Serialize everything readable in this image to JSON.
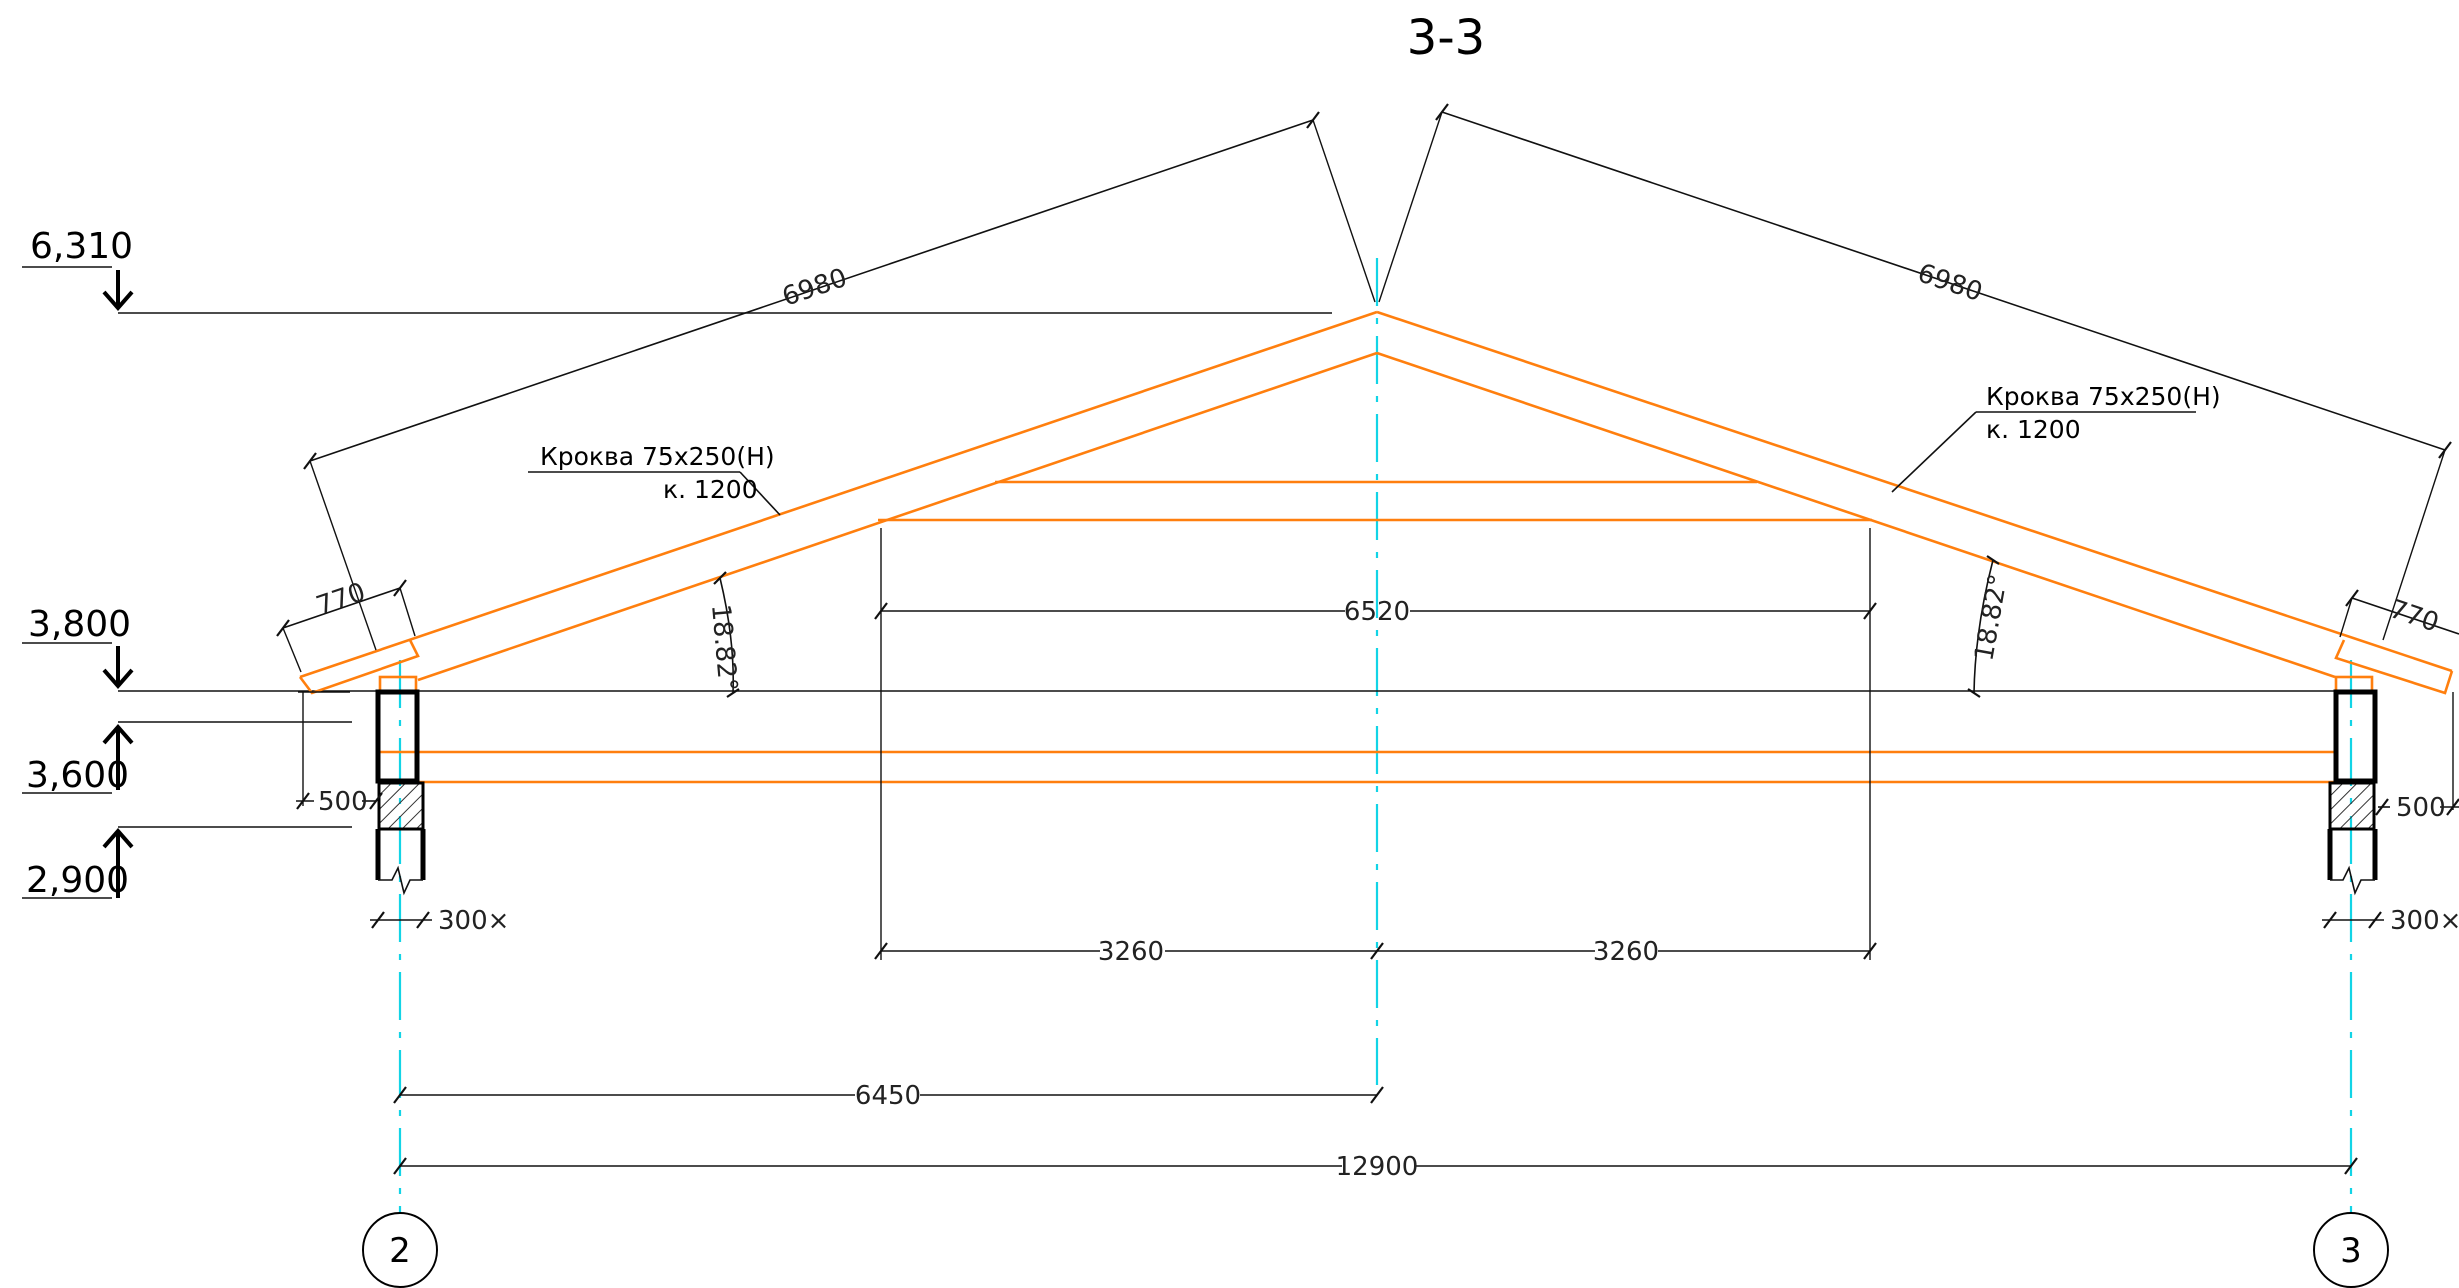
{
  "drawing": {
    "section_title": "3-3",
    "levels": [
      "6,310",
      "3,800",
      "3,600",
      "2,900"
    ],
    "rafter_left": {
      "label": "Кроква 75х250(Н)",
      "spacing": "к. 1200"
    },
    "rafter_right": {
      "label": "Кроква 75х250(Н)",
      "spacing": "к. 1200"
    },
    "dimensions": {
      "slope_left": "6980",
      "slope_right": "6980",
      "overhang_left": "770",
      "overhang_right": "770",
      "angle_left": "18.82°",
      "angle_right": "18.82°",
      "collar_span": "6520",
      "half_span_left": "3260",
      "half_span_right": "3260",
      "wall_height_left": "500",
      "wall_height_right": "500",
      "wall_thickness_left": "300×",
      "wall_thickness_right": "300×",
      "half_axis": "6450",
      "axis_span": "12900"
    },
    "axes": [
      "2",
      "3"
    ]
  },
  "colors": {
    "timber": "#ff7f0e",
    "axis_line": "#12d4e6",
    "lines": "#111111"
  }
}
